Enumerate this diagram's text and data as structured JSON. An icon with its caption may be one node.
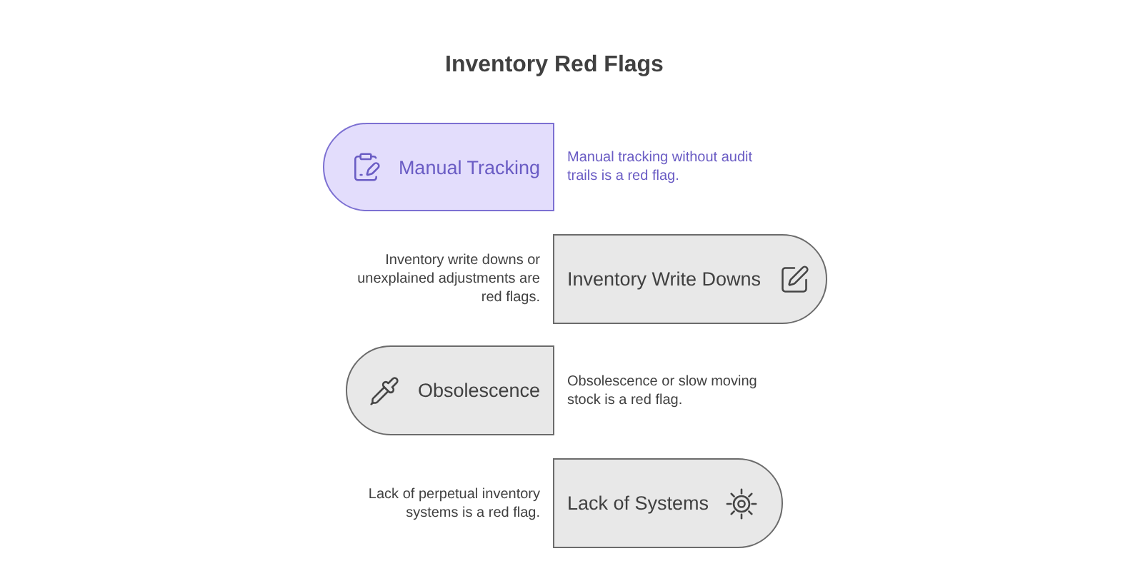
{
  "diagram": {
    "title": "Inventory Red Flags",
    "nodes": [
      {
        "text": [
          "Manual Tracking"
        ],
        "beside": [
          "Manual tracking without audit trails is a red flag."
        ]
      },
      {
        "text": [
          "Inventory Write Downs"
        ],
        "beside": [
          "Inventory write downs or unexplained adjustments are red flags."
        ]
      },
      {
        "text": [
          "Obsolescence"
        ],
        "beside": [
          "Obsolescence or slow moving stock is a red flag."
        ]
      },
      {
        "text": [
          "Lack of Systems"
        ],
        "beside": [
          "Lack of perpetual inventory systems is a red flag."
        ]
      }
    ]
  }
}
